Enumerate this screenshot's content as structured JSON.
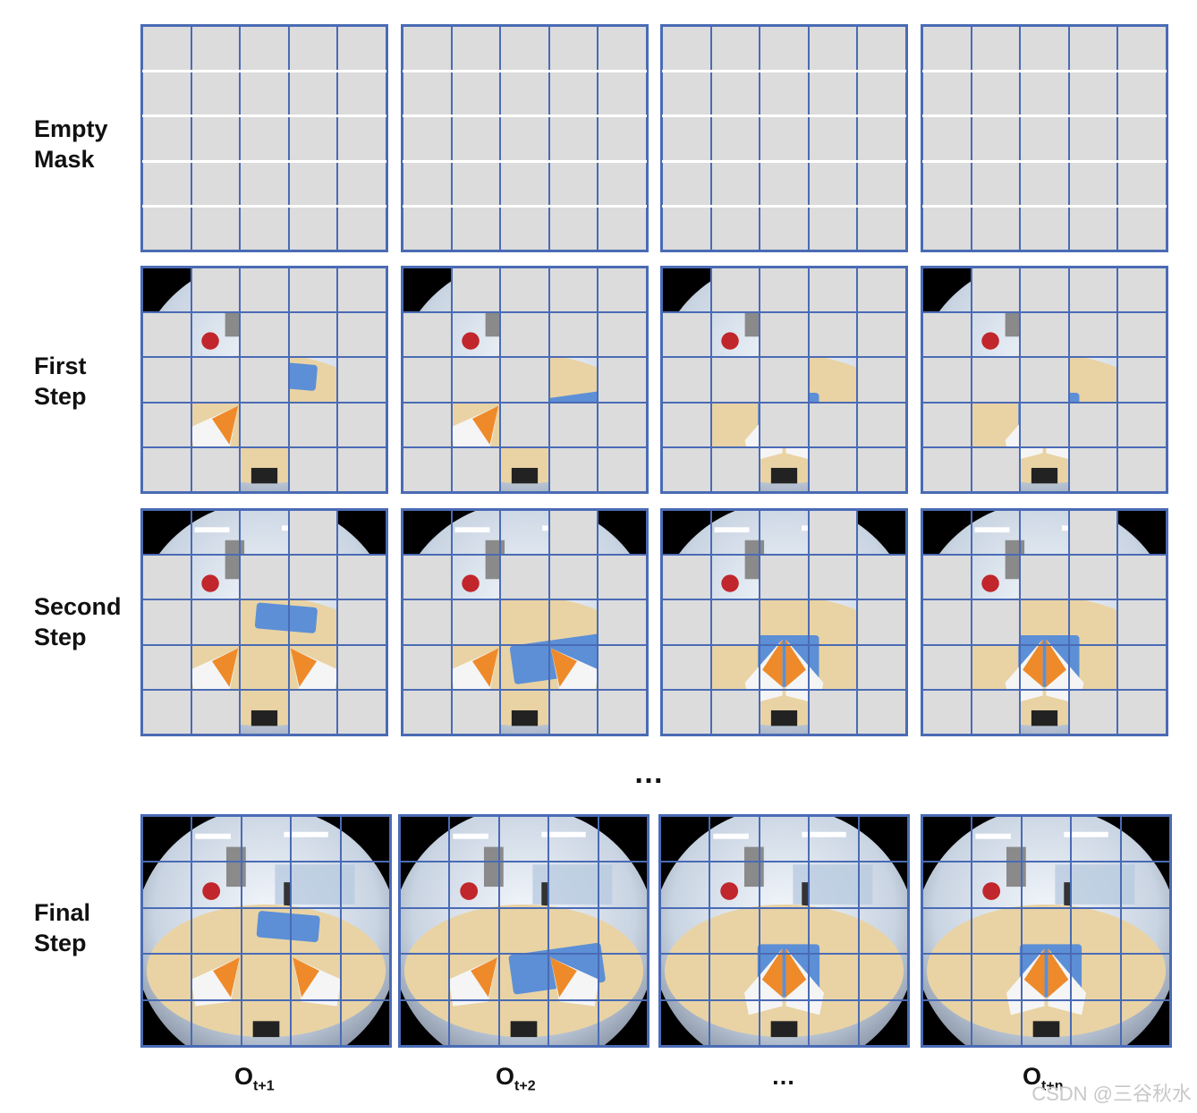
{
  "row_labels": {
    "empty_mask": "Empty\nMask",
    "first_step": "First\nStep",
    "second_step": "Second\nStep",
    "final_step": "Final\nStep"
  },
  "middle_ellipsis": "…",
  "column_labels": [
    {
      "base": "O",
      "sub": "t+1"
    },
    {
      "base": "O",
      "sub": "t+2"
    },
    {
      "base": "…",
      "sub": ""
    },
    {
      "base": "O",
      "sub": "t+n"
    }
  ],
  "watermark": "CSDN @三谷秋水",
  "colors": {
    "grid_line": "#4a6bb5",
    "masked_cell": "#dcdcdc",
    "table": "#e9d3a4",
    "towel": "#5c8fd6",
    "gripper": "#ee8a2a"
  },
  "icons": {
    "scene": "fisheye-robot-scene-image"
  }
}
